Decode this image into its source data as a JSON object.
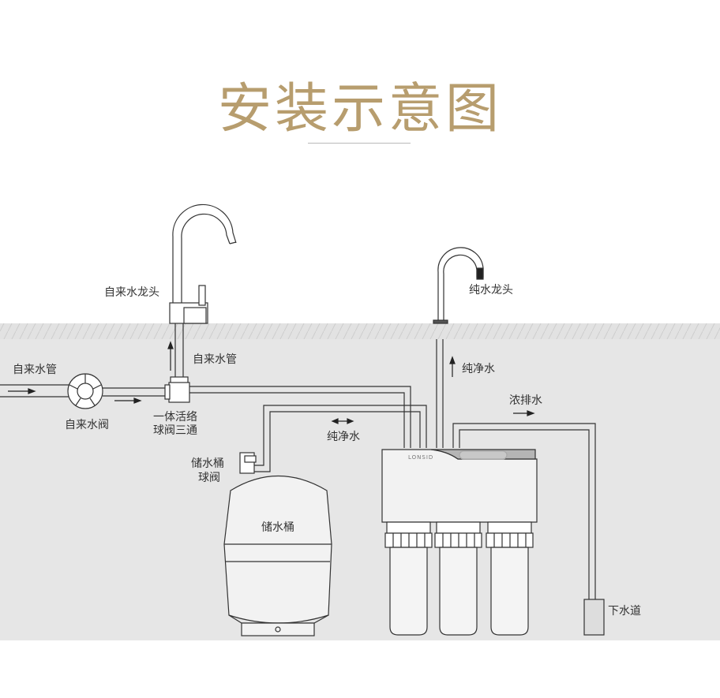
{
  "title": "安装示意图",
  "brand": "LONSID",
  "labels": {
    "tap_faucet": "自来水龙头",
    "inlet_pipe": "自来水管",
    "riser_pipe": "自来水管",
    "tap_valve": "自来水阀",
    "tee_line1": "一体活络",
    "tee_line2": "球阀三通",
    "tank_valve_line1": "储水桶",
    "tank_valve_line2": "球阀",
    "tank": "储水桶",
    "pure_water_pipe": "纯净水",
    "pure_water_up": "纯净水",
    "pure_faucet": "纯水龙头",
    "waste_water": "浓排水",
    "drain": "下水道"
  },
  "colors": {
    "title": "#b79d6e",
    "ground": "#e6e6e6",
    "line": "#333333"
  }
}
